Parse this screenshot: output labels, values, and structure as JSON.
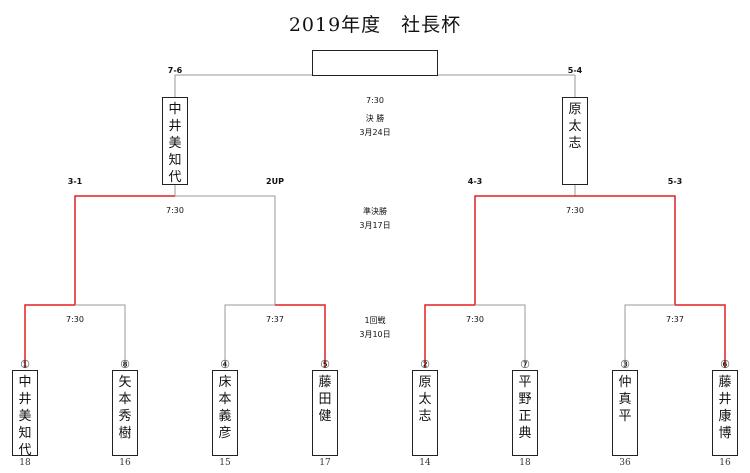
{
  "title": "2019年度　社長杯",
  "winner_box": "",
  "final": {
    "round": "決 勝",
    "date": "3月24日",
    "time": "7:30",
    "left_score": "7-6",
    "right_score": "5-4",
    "left_name": "中井美知代",
    "right_name": "原　太志"
  },
  "semifinal": {
    "round": "準決勝",
    "date": "3月17日",
    "left_time": "7:30",
    "right_time": "7:30",
    "scores": [
      "3-1",
      "2UP",
      "4-3",
      "5-3"
    ]
  },
  "first_round": {
    "round": "1回戦",
    "date": "3月10日",
    "times": [
      "7:30",
      "7:37",
      "7:30",
      "7:37"
    ]
  },
  "players": [
    {
      "seed": "①",
      "name": "中井美知代",
      "hcp": "18"
    },
    {
      "seed": "⑧",
      "name": "矢本　秀樹",
      "hcp": "16"
    },
    {
      "seed": "④",
      "name": "床本　義彦",
      "hcp": "15"
    },
    {
      "seed": "⑤",
      "name": "藤田　健",
      "hcp": "17"
    },
    {
      "seed": "②",
      "name": "原　太志",
      "hcp": "14"
    },
    {
      "seed": "⑦",
      "name": "平野　正典",
      "hcp": "18"
    },
    {
      "seed": "③",
      "name": "仲　真平",
      "hcp": "36"
    },
    {
      "seed": "⑥",
      "name": "藤井　康博",
      "hcp": "16"
    }
  ],
  "colors": {
    "win_line": "#e02020",
    "line": "#9a9a9a"
  }
}
